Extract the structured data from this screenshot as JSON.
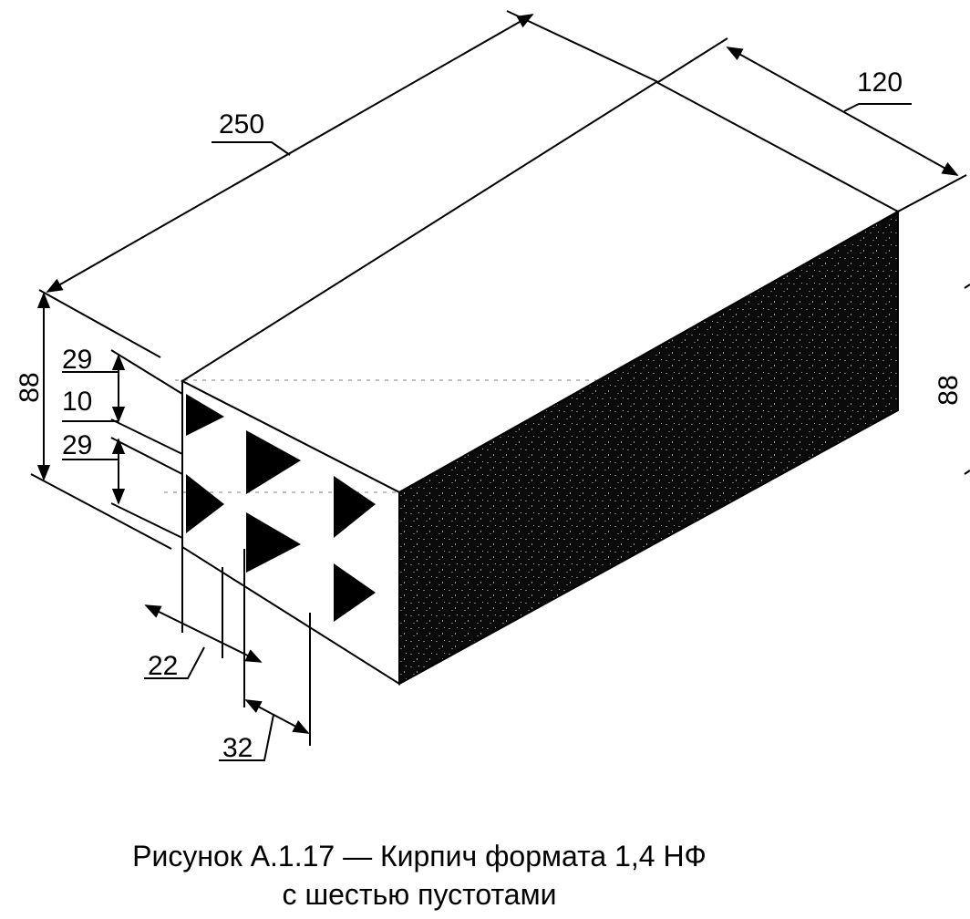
{
  "figure": {
    "caption_line1": "Рисунок А.1.17 — Кирпич формата 1,4 НФ",
    "caption_line2": "с шестью пустотами"
  },
  "dimensions": {
    "length": "250",
    "width": "120",
    "height_left": "88",
    "height_right": "88",
    "void_height_top": "29",
    "void_gap": "10",
    "void_height_bottom": "29",
    "void_width": "22",
    "void_spacing": "32"
  }
}
